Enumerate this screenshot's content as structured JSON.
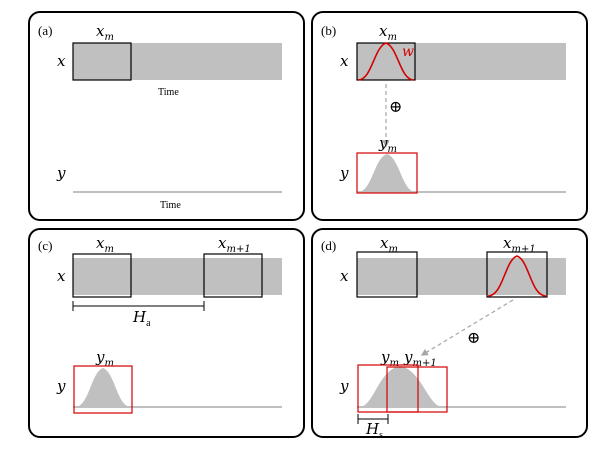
{
  "panels": {
    "a": {
      "label": "(a)",
      "x_label": "x",
      "y_label": "y",
      "window_label": "x",
      "window_sub": "m",
      "time_top": "Time",
      "time_bottom": "Time"
    },
    "b": {
      "label": "(b)",
      "x_label": "x",
      "y_label": "y",
      "window_label": "x",
      "window_sub": "m",
      "w_label": "w",
      "op": "⊕",
      "out_label": "y",
      "out_sub": "m"
    },
    "c": {
      "label": "(c)",
      "x_label": "x",
      "y_label": "y",
      "win1_label": "x",
      "win1_sub": "m",
      "win2_label": "x",
      "win2_sub": "m+1",
      "hop_label": "H",
      "hop_sub": "a",
      "out_label": "y",
      "out_sub": "m"
    },
    "d": {
      "label": "(d)",
      "x_label": "x",
      "y_label": "y",
      "win1_label": "x",
      "win1_sub": "m",
      "win2_label": "x",
      "win2_sub": "m+1",
      "op": "⊕",
      "out1_label": "y",
      "out1_sub": "m",
      "out2_label": "y",
      "out2_sub": "m+1",
      "hop_label": "H",
      "hop_sub": "s"
    }
  },
  "colors": {
    "signal": "#c0c0c0",
    "window": "#d40000",
    "frame": "#000000",
    "arrow": "#a6a6a6"
  }
}
